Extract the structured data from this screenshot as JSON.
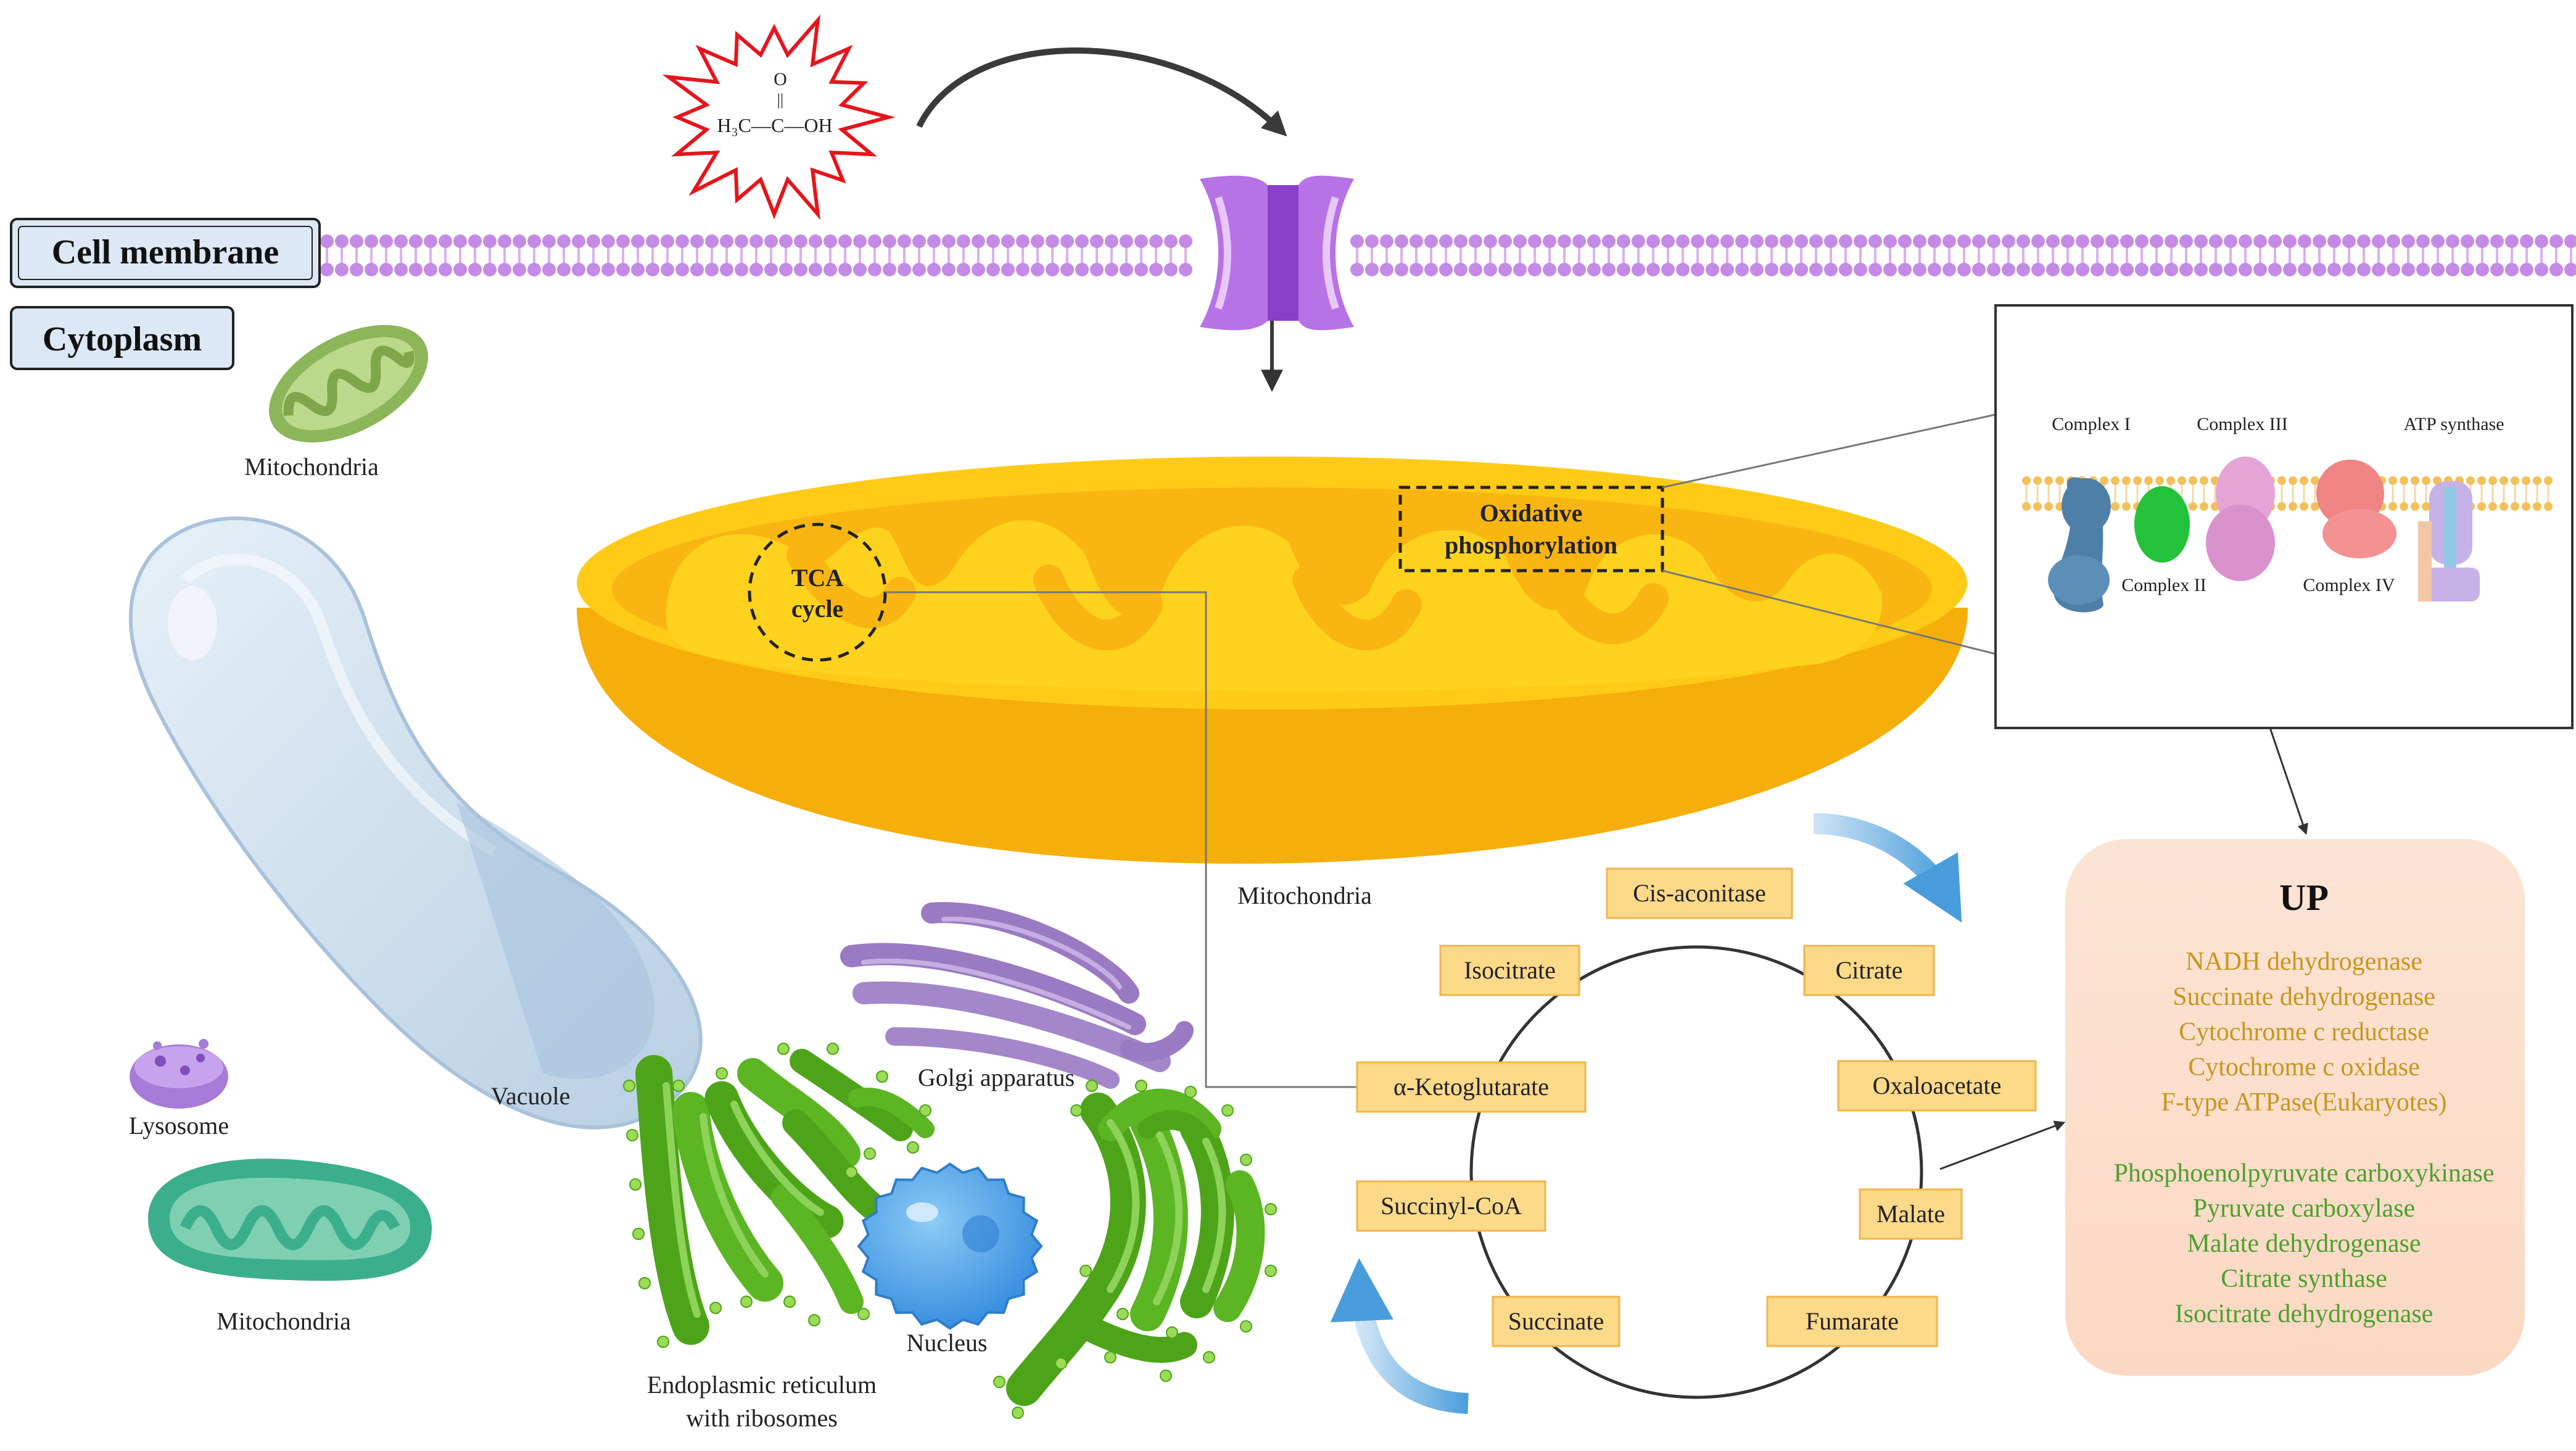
{
  "membrane": {
    "label": "Cell membrane"
  },
  "cytoplasm": {
    "label": "Cytoplasm"
  },
  "molecule": {
    "o": "O",
    "dbl": "||",
    "left": "H₃C—C—OH"
  },
  "organelles": {
    "mito_top": "Mitochondria",
    "mito_bottom": "Mitochondria",
    "mito_main": "Mitochondria",
    "vacuole": "Vacuole",
    "lysosome": "Lysosome",
    "golgi": "Golgi apparatus",
    "nucleus": "Nucleus",
    "er_line1": "Endoplasmic reticulum",
    "er_line2": "with ribosomes"
  },
  "tca": {
    "line1": "TCA",
    "line2": "cycle"
  },
  "oxphos": {
    "line1": "Oxidative",
    "line2": "phosphorylation"
  },
  "etc_inset": {
    "complex1": "Complex I",
    "complex2": "Complex II",
    "complex3": "Complex III",
    "complex4": "Complex IV",
    "atp": "ATP synthase"
  },
  "cycle_nodes": [
    "Cis-aconitase",
    "Citrate",
    "Oxaloacetate",
    "Malate",
    "Fumarate",
    "Succinate",
    "Succinyl-CoA",
    "α-Ketoglutarate",
    "Isocitrate"
  ],
  "up_box": {
    "title": "UP",
    "oxphos_enzymes": [
      "NADH dehydrogenase",
      "Succinate dehydrogenase",
      "Cytochrome c reductase",
      "Cytochrome c oxidase",
      "F-type ATPase(Eukaryotes)"
    ],
    "tca_enzymes": [
      "Phosphoenolpyruvate carboxykinase",
      "Pyruvate carboxylase",
      "Malate dehydrogenase",
      "Citrate synthase",
      "Isocitrate dehydrogenase"
    ]
  },
  "colors": {
    "oxphos_text": "#C8961E",
    "tca_text": "#4EA02E",
    "node_fill": "#FDD98A",
    "up_bg": "#FCE0CC",
    "membrane": "#C48BE6",
    "mito_main": "#F7B500"
  }
}
